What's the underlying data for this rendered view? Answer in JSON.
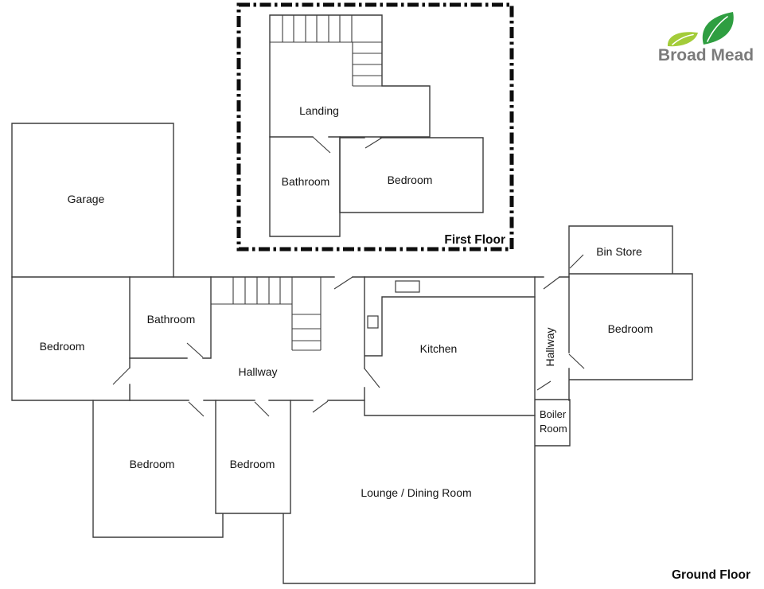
{
  "brand": {
    "name": "Broad Mead"
  },
  "first_floor": {
    "title": "First Floor",
    "rooms": {
      "landing": "Landing",
      "bathroom": "Bathroom",
      "bedroom": "Bedroom"
    }
  },
  "ground_floor": {
    "title": "Ground Floor",
    "rooms": {
      "garage": "Garage",
      "bedroom_left": "Bedroom",
      "bathroom": "Bathroom",
      "hallway": "Hallway",
      "kitchen": "Kitchen",
      "hallway_side": "Hallway",
      "bin_store": "Bin Store",
      "bedroom_right": "Bedroom",
      "boiler_line1": "Boiler",
      "boiler_line2": "Room",
      "bedroom_bottom_left": "Bedroom",
      "bedroom_bottom_mid": "Bedroom",
      "lounge": "Lounge / Dining Room"
    }
  },
  "colors": {
    "background": "#ffffff",
    "wall": "#3c3c3c",
    "label_text": "#141414",
    "brand_text": "#7b7b7b",
    "leaf_light": "#a3cc39",
    "leaf_dark": "#2f9e41"
  }
}
